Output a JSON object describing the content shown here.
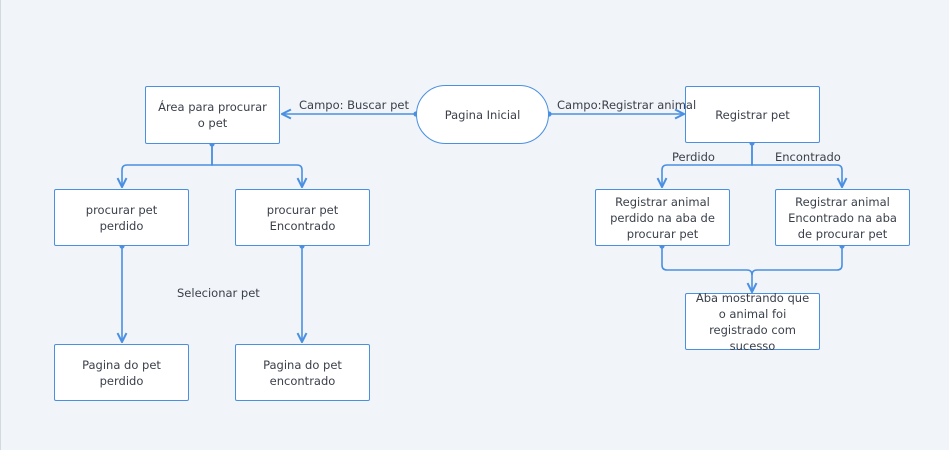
{
  "nodes": {
    "pagina_inicial": "Pagina Inicial",
    "area_procurar": "Área para procurar  o pet",
    "registrar_pet": "Registrar pet",
    "procurar_perdido": "procurar pet perdido",
    "procurar_encontrado": "procurar pet Encontrado",
    "registrar_perdido": "Registrar animal perdido na aba de procurar pet",
    "registrar_encontrado": "Registrar animal Encontrado na aba de procurar pet",
    "aba_sucesso": "Aba mostrando que o animal foi registrado com sucesso",
    "pagina_perdido": "Pagina do pet perdido",
    "pagina_encontrado": "Pagina do pet encontrado"
  },
  "edge_labels": {
    "campo_buscar": "Campo: Buscar pet",
    "campo_registrar": "Campo:Registrar animal",
    "perdido": "Perdido",
    "encontrado": "Encontrado",
    "selecionar": "Selecionar pet"
  },
  "colors": {
    "stroke": "#4a90e2",
    "background": "#f1f4f8",
    "text": "#3a3f4a"
  }
}
